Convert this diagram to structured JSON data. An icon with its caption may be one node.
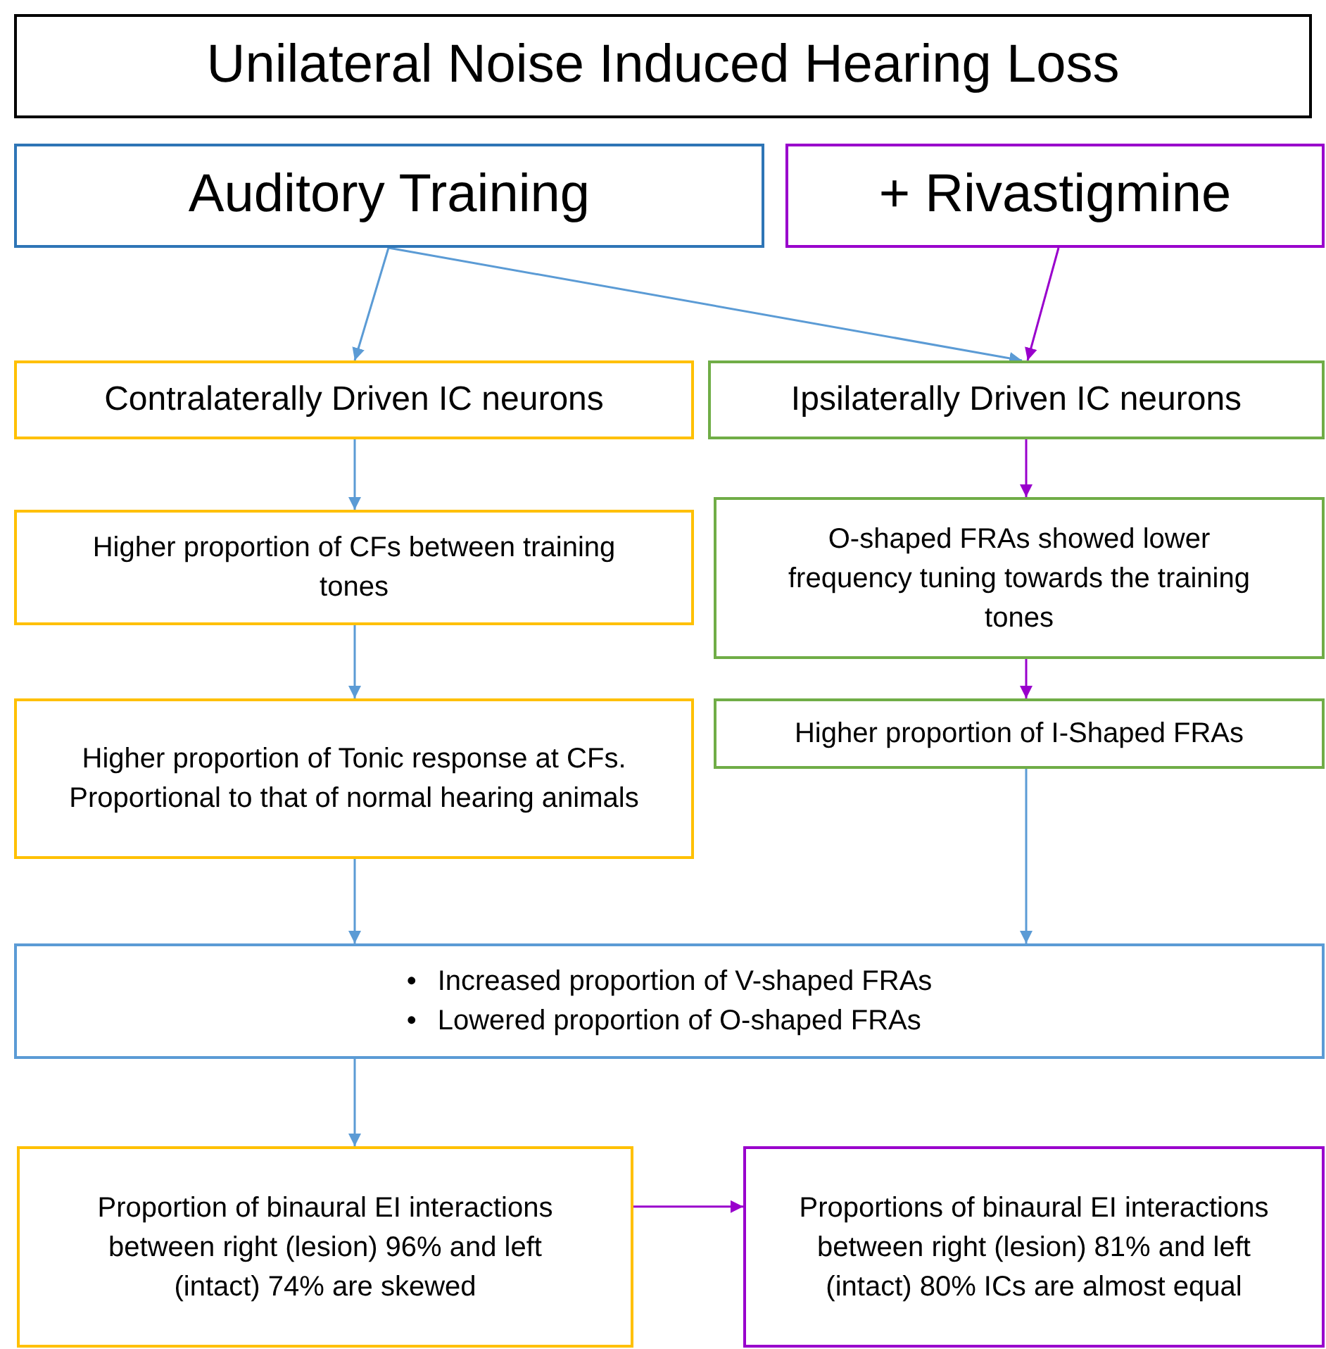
{
  "diagram": {
    "nodes": [
      {
        "text": [
          "Unilateral Noise Induced Hearing Loss"
        ]
      },
      {
        "text": [
          "Auditory Training"
        ]
      },
      {
        "text": [
          "+ Rivastigmine"
        ]
      },
      {
        "text": [
          "Contralaterally Driven IC neurons"
        ]
      },
      {
        "text": [
          "Ipsilaterally Driven IC neurons"
        ]
      },
      {
        "text": [
          "Higher proportion of CFs between training tones"
        ]
      },
      {
        "text": [
          "O-shaped FRAs showed lower frequency tuning towards the training tones"
        ]
      },
      {
        "text": [
          "Higher proportion of Tonic response at CFs. Proportional to that of normal hearing animals"
        ]
      },
      {
        "text": [
          "Higher proportion of I-Shaped FRAs"
        ]
      },
      {
        "text": [
          "Increased proportion of V-shaped FRAs",
          "Lowered proportion of O-shaped FRAs"
        ]
      },
      {
        "text": [
          "Proportion of binaural EI interactions between right (lesion) 96% and left (intact) 74% are skewed"
        ]
      },
      {
        "text": [
          "Proportions of binaural EI interactions between right (lesion) 81% and left (intact) 80% ICs are almost equal"
        ]
      }
    ],
    "edges": [
      {
        "from": 1,
        "to": 3,
        "arrow": "to"
      },
      {
        "from": 1,
        "to": 4,
        "arrow": "to"
      },
      {
        "from": 2,
        "to": 4,
        "arrow": "to",
        "color": "#9900cc"
      },
      {
        "from": 3,
        "to": 5,
        "arrow": "to"
      },
      {
        "from": 4,
        "to": 6,
        "arrow": "to",
        "color": "#9900cc"
      },
      {
        "from": 5,
        "to": 7,
        "arrow": "to"
      },
      {
        "from": 6,
        "to": 8,
        "arrow": "to",
        "color": "#9900cc"
      },
      {
        "from": 7,
        "to": 9,
        "arrow": "to"
      },
      {
        "from": 8,
        "to": 9,
        "arrow": "to"
      },
      {
        "from": 9,
        "to": 10,
        "arrow": "to"
      },
      {
        "from": 10,
        "to": 11,
        "arrow": "to",
        "color": "#9900cc"
      }
    ],
    "labels": [
      "•",
      "•"
    ]
  }
}
